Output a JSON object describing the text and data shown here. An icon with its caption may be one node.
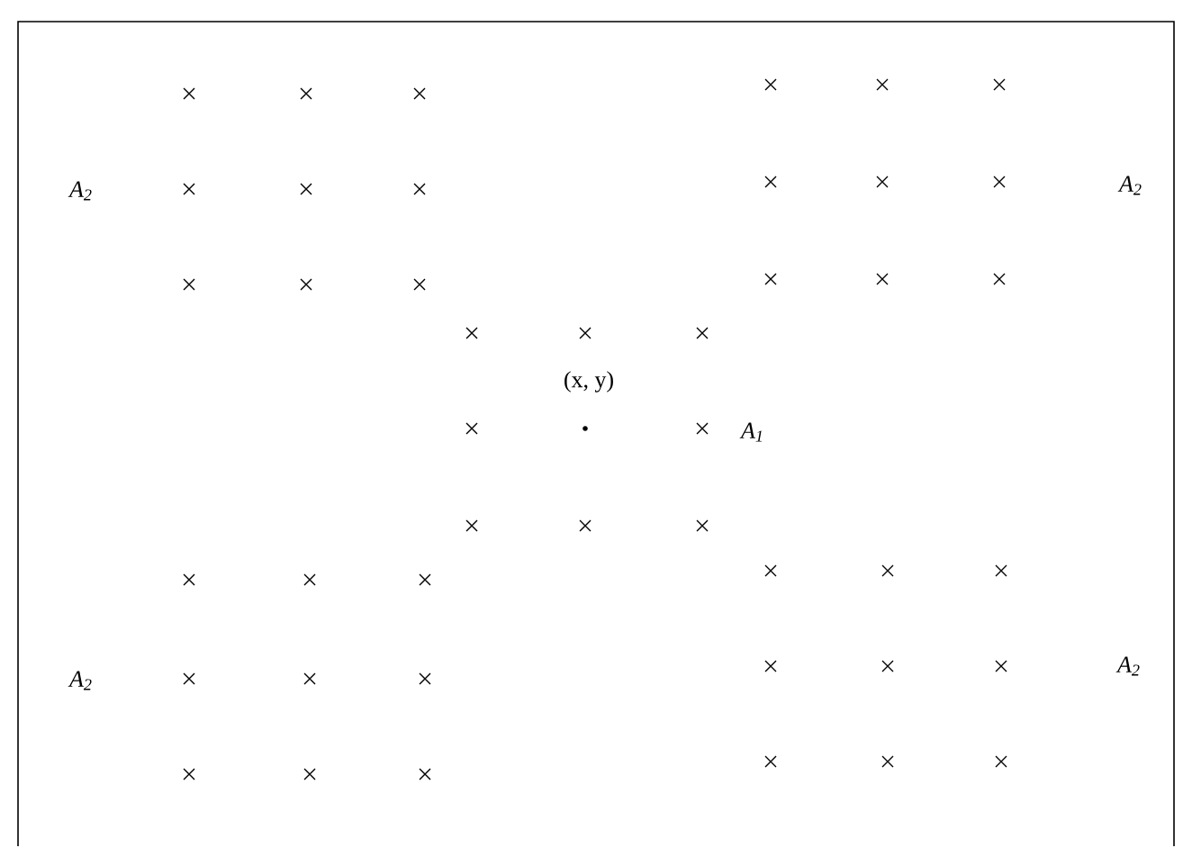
{
  "diagram": {
    "labels": [
      "A$_{2}$",
      "A$_{2}$",
      "(x, y)",
      "A$_{1}$",
      "A$_{2}$",
      "A$_{2}$"
    ]
  }
}
